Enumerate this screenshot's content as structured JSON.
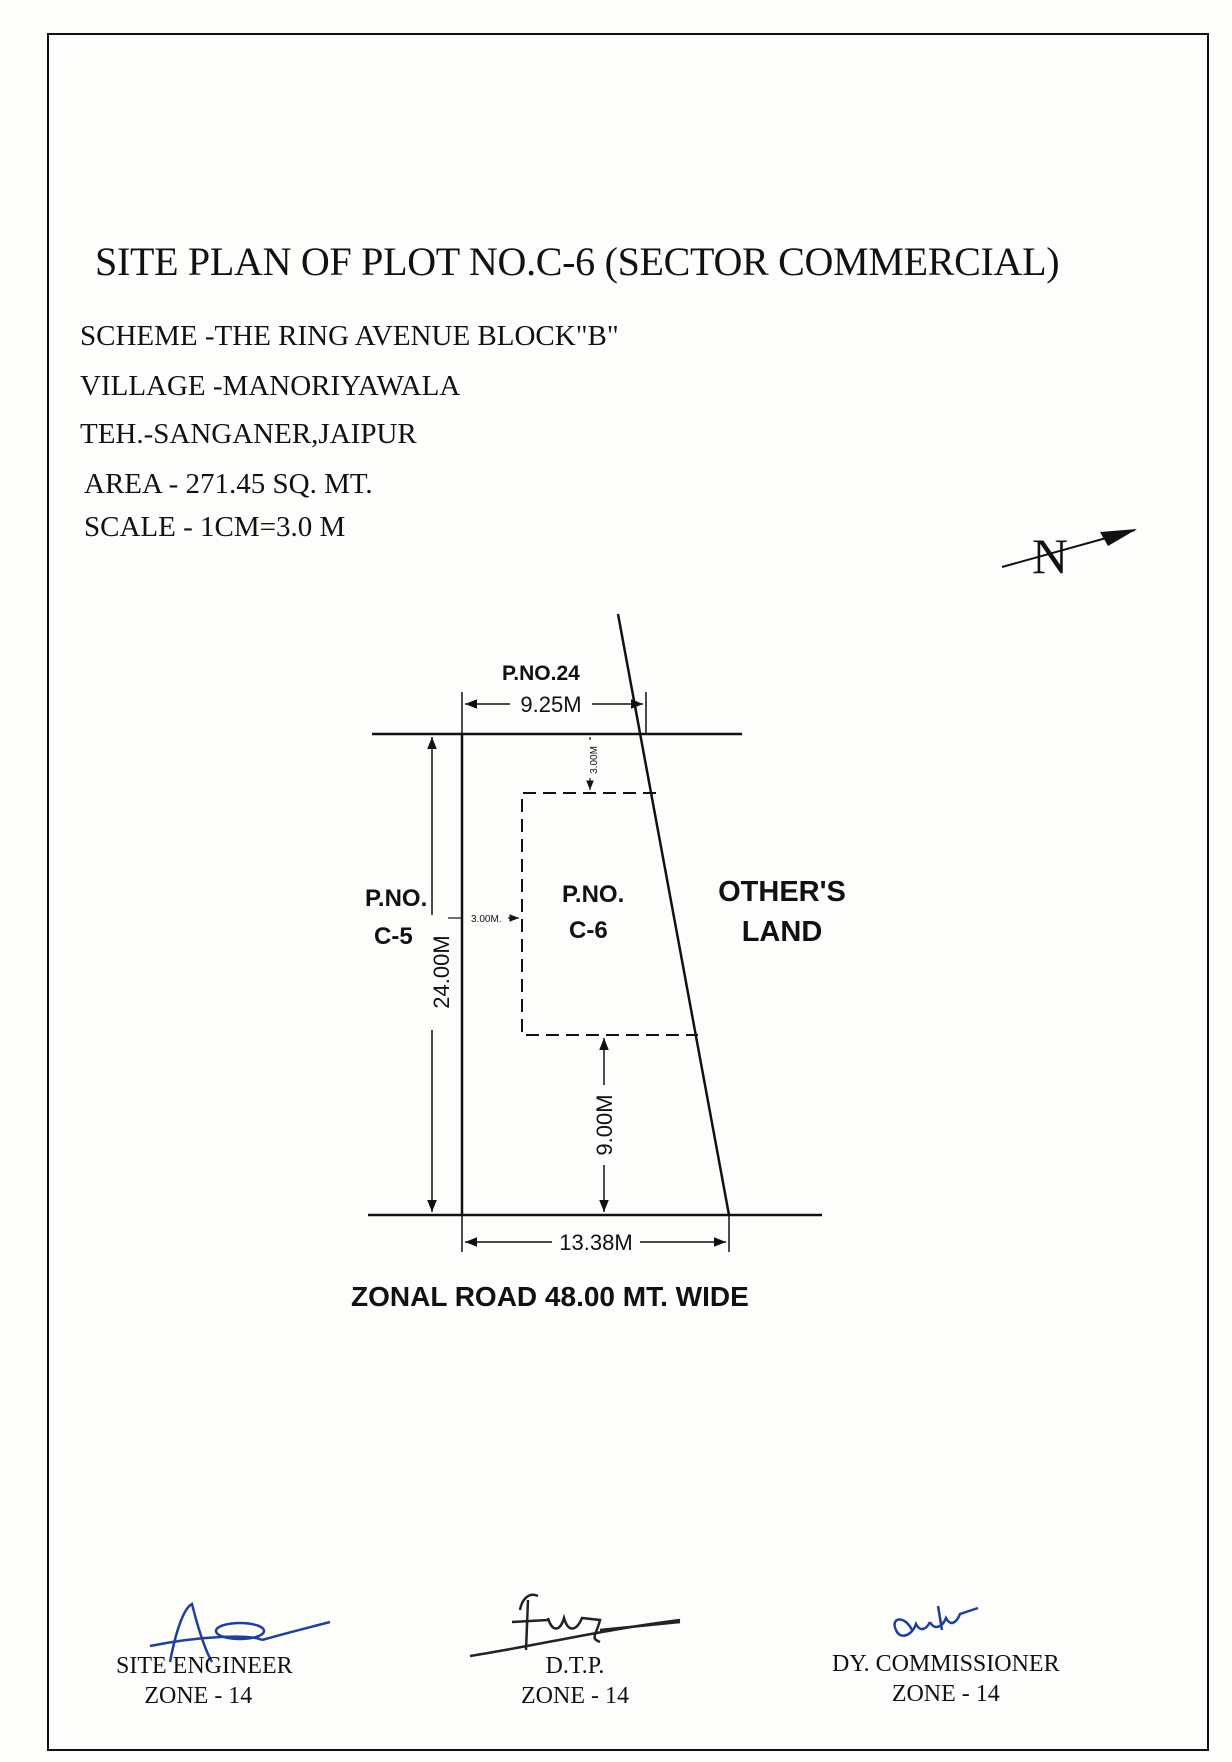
{
  "title": "SITE PLAN OF PLOT NO.C-6 (SECTOR COMMERCIAL)",
  "meta": {
    "scheme": "SCHEME -THE RING AVENUE BLOCK\"B\"",
    "village": "VILLAGE  -MANORIYAWALA",
    "tehsil": "TEH.-SANGANER,JAIPUR",
    "area": "AREA  - 271.45 SQ. MT.",
    "scale": "SCALE -  1CM=3.0 M"
  },
  "north_label": "N",
  "plan": {
    "top_neighbour": "P.NO.24",
    "left_neighbour_line1": "P.NO.",
    "left_neighbour_line2": "C-5",
    "plot_line1": "P.NO.",
    "plot_line2": "C-6",
    "right_neighbour_line1": "OTHER'S",
    "right_neighbour_line2": "LAND",
    "dim_top": "9.25M",
    "dim_left": "24.00M",
    "dim_bottom": "13.38M",
    "setback_front": "3.00M",
    "setback_side": "3.00M.",
    "setback_rear": "9.00M",
    "road": "ZONAL ROAD 48.00 MT. WIDE"
  },
  "signatories": [
    {
      "role": "SITE ENGINEER",
      "zone": "ZONE - 14"
    },
    {
      "role": "D.T.P.",
      "zone": "ZONE - 14"
    },
    {
      "role": "DY. COMMISSIONER",
      "zone": "ZONE - 14"
    }
  ],
  "colors": {
    "ink": "#111111",
    "signature_ink": "#1f3f9a",
    "paper": "#fdfdfb"
  }
}
